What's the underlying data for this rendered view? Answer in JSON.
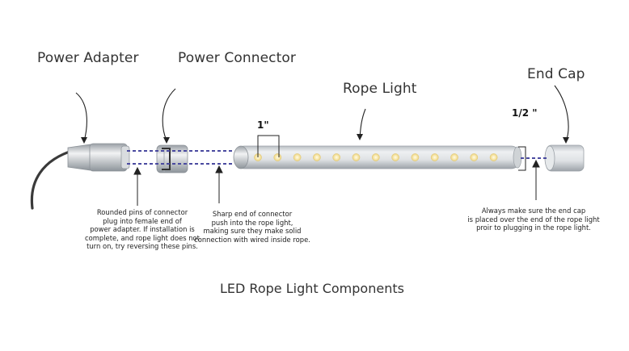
{
  "labels": {
    "power_adapter": "Power Adapter",
    "power_connector": "Power Connector",
    "rope_light": "Rope Light",
    "end_cap": "End Cap",
    "one_inch": "1\"",
    "half_inch": "1/2 \""
  },
  "notes": {
    "adapter_note": "Rounded pins of connector\nplug into female end of\npower adapter. If installation is\ncomplete, and rope light does not\nturn on, try reversing these pins.",
    "connector_note": "Sharp end of connector\npush into the rope light,\nmaking sure they make solid\nconnection with wired inside rope.",
    "endcap_note": "Always make sure the end cap\nis placed over the end of the rope light\nproir to plugging in the rope light."
  },
  "caption": "LED Rope Light Components",
  "colors": {
    "dash": "#4a4aa0",
    "bulb": "#f6e7b0",
    "tube": "#dcdfe2",
    "cable": "#3a3a3a"
  }
}
